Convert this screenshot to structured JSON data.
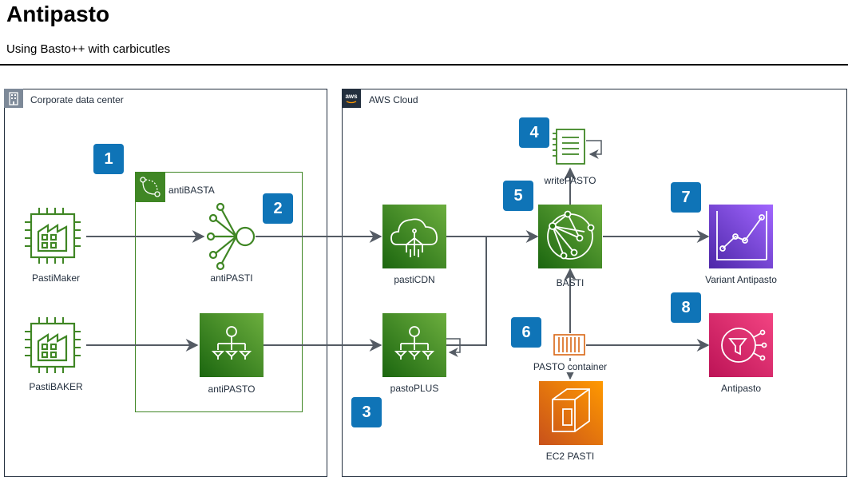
{
  "header": {
    "title": "Antipasto",
    "subtitle": "Using Basto++ with carbicutles"
  },
  "groups": {
    "corporate": {
      "label": "Corporate data center",
      "icon": "building-icon"
    },
    "aws": {
      "label": "AWS Cloud",
      "icon": "aws-logo-icon",
      "logo_text": "aws"
    },
    "antibasta": {
      "label": "antiBASTA",
      "icon": "step-functions-icon"
    }
  },
  "nodes": {
    "pastimaker": {
      "label": "PastiMaker",
      "icon": "factory-chip-icon"
    },
    "pastibaker": {
      "label": "PastiBAKER",
      "icon": "factory-chip-icon"
    },
    "antipasti": {
      "label": "antiPASTI",
      "icon": "fan-out-icon"
    },
    "antipasto": {
      "label": "antiPASTO",
      "icon": "hierarchy-icon"
    },
    "pasticdn": {
      "label": "pastiCDN",
      "icon": "cloud-cdn-icon"
    },
    "pastoplus": {
      "label": "pastoPLUS",
      "icon": "hierarchy-icon"
    },
    "writepasto": {
      "label": "writePASTO",
      "icon": "document-icon"
    },
    "basti": {
      "label": "BASTI",
      "icon": "mesh-icon"
    },
    "variant_antipasto": {
      "label": "Variant Antipasto",
      "icon": "chart-line-icon"
    },
    "antipasto_pink": {
      "label": "Antipasto",
      "icon": "notification-icon"
    },
    "pasto_container": {
      "label": "PASTO container",
      "icon": "container-icon"
    },
    "ec2_pasti": {
      "label": "EC2 PASTI",
      "icon": "ec2-icon"
    }
  },
  "badges": [
    "1",
    "2",
    "3",
    "4",
    "5",
    "6",
    "7",
    "8"
  ],
  "colors": {
    "green_dark": "#1b660f",
    "green_light": "#6cae3e",
    "purple_dark": "#4d27a8",
    "purple_light": "#a166ff",
    "pink_dark": "#bc1356",
    "pink_light": "#f34482",
    "orange_dark": "#c8511b",
    "orange_light": "#ff9900",
    "badge_blue": "#0f74b7",
    "line": "#545b64"
  }
}
